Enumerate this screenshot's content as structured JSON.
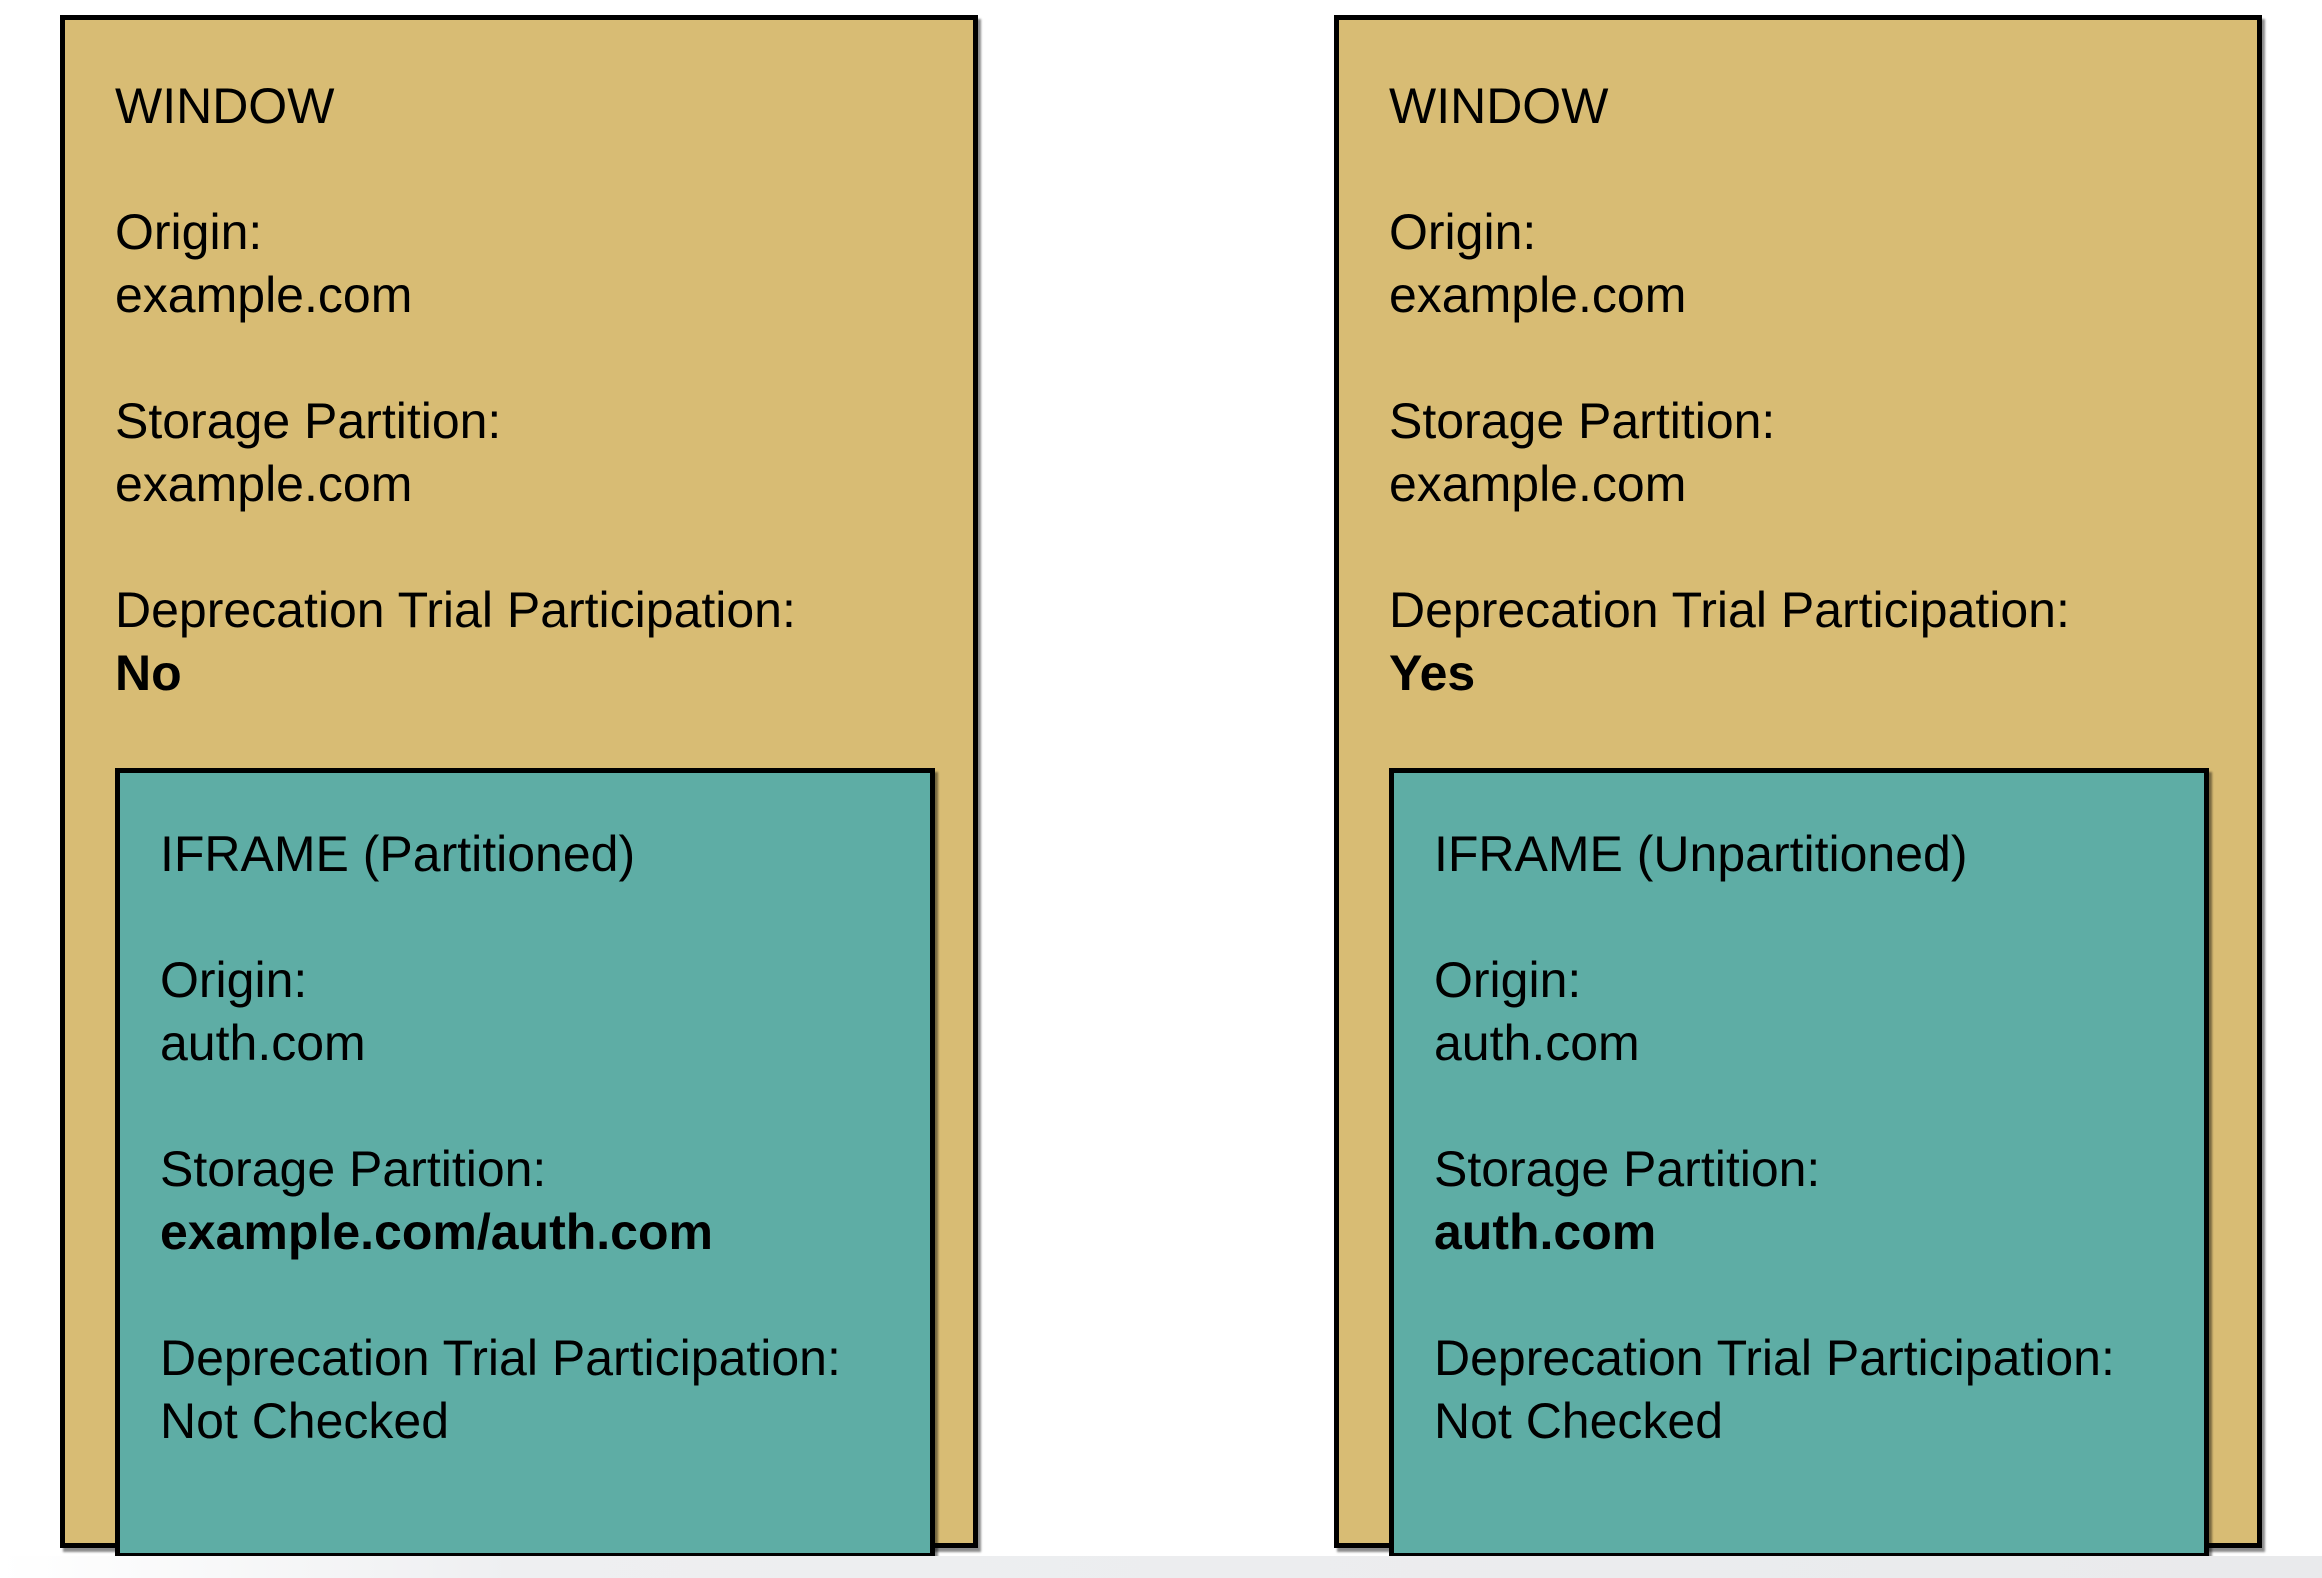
{
  "diagram": {
    "windows": [
      {
        "title": "WINDOW",
        "origin": {
          "label": "Origin:",
          "value": "example.com"
        },
        "storage": {
          "label": "Storage Partition:",
          "value": "example.com"
        },
        "trial": {
          "label": "Deprecation Trial Participation:",
          "value": "No"
        },
        "iframe": {
          "title": "IFRAME (Partitioned)",
          "origin": {
            "label": "Origin:",
            "value": "auth.com"
          },
          "storage": {
            "label": "Storage Partition:",
            "value": "example.com/auth.com"
          },
          "trial": {
            "label": "Deprecation Trial Participation:",
            "value": "Not Checked"
          }
        }
      },
      {
        "title": "WINDOW",
        "origin": {
          "label": "Origin:",
          "value": "example.com"
        },
        "storage": {
          "label": "Storage Partition:",
          "value": "example.com"
        },
        "trial": {
          "label": "Deprecation Trial Participation:",
          "value": "Yes"
        },
        "iframe": {
          "title": "IFRAME (Unpartitioned)",
          "origin": {
            "label": "Origin:",
            "value": "auth.com"
          },
          "storage": {
            "label": "Storage Partition:",
            "value": "auth.com"
          },
          "trial": {
            "label": "Deprecation Trial Participation:",
            "value": "Not Checked"
          }
        }
      }
    ],
    "colors": {
      "window_fill": "#d8bc74",
      "iframe_fill": "#5eada5",
      "border": "#000000",
      "page_background": "#ffffff",
      "footer_strip": "#e9eaec"
    }
  }
}
